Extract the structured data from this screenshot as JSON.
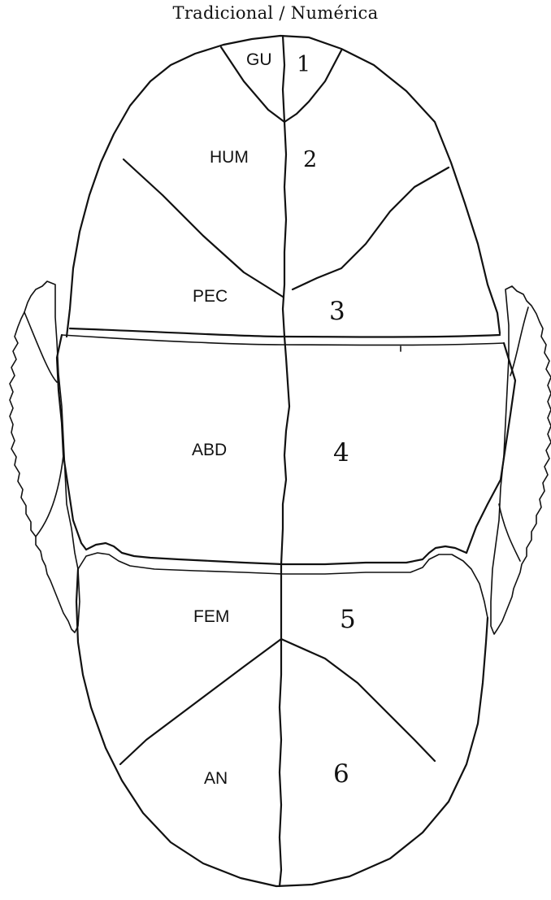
{
  "title": "Tradicional / Numérica",
  "regions": [
    {
      "traditional": "GU",
      "numeric": "1"
    },
    {
      "traditional": "HUM",
      "numeric": "2"
    },
    {
      "traditional": "PEC",
      "numeric": "3"
    },
    {
      "traditional": "ABD",
      "numeric": "4"
    },
    {
      "traditional": "FEM",
      "numeric": "5"
    },
    {
      "traditional": "AN",
      "numeric": "6"
    }
  ]
}
